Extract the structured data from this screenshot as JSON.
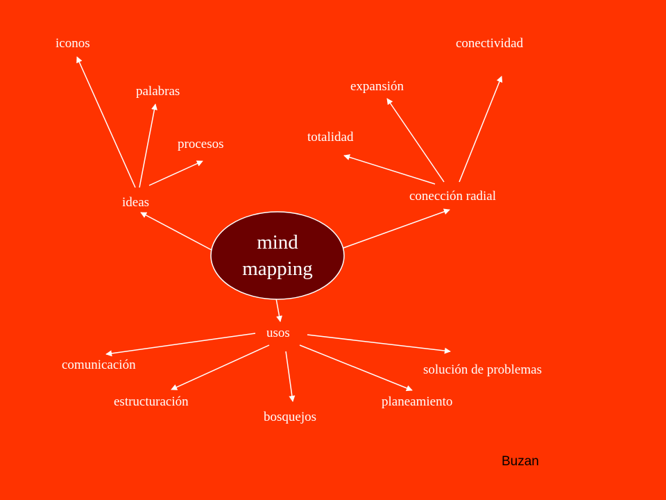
{
  "diagram": {
    "center": {
      "line1": "mind",
      "line2": "mapping",
      "fill": "#6b0000"
    },
    "background_color": "#ff3300",
    "branches": {
      "ideas": {
        "label": "ideas",
        "children": [
          "iconos",
          "palabras",
          "procesos"
        ]
      },
      "radial": {
        "label": "conección radial",
        "children": [
          "conectividad",
          "expansión",
          "totalidad"
        ]
      },
      "usos": {
        "label": "usos",
        "children": [
          "comunicación",
          "estructuración",
          "bosquejos",
          "planeamiento",
          "solución de problemas"
        ]
      }
    },
    "author": "Buzan"
  }
}
